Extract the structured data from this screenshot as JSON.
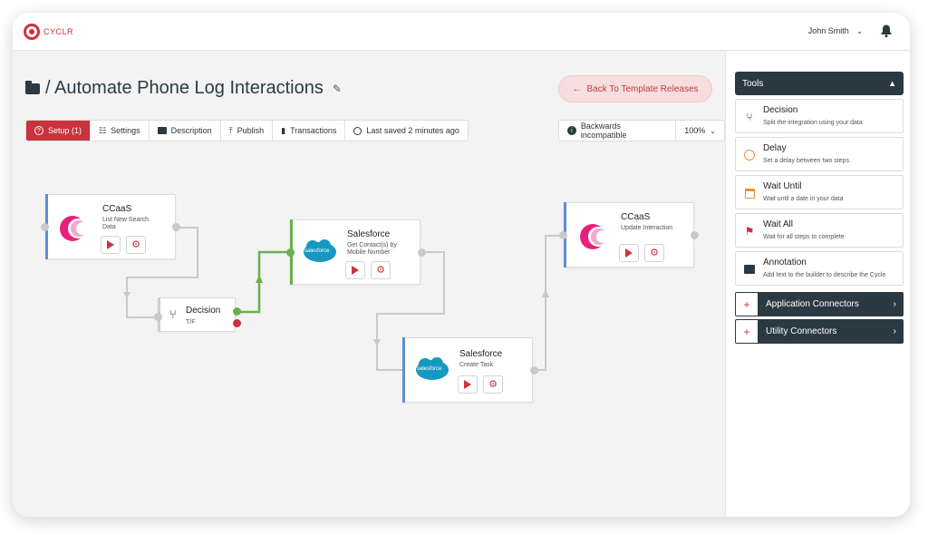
{
  "app": {
    "logo_text": "CYCLR",
    "user_name": "John Smith"
  },
  "header": {
    "title": "/ Automate Phone Log Interactions",
    "back_button": "Back To Template Releases"
  },
  "tabs": [
    {
      "label": "Setup (1)",
      "icon": "question-circle-icon"
    },
    {
      "label": "Settings",
      "icon": "sliders-icon"
    },
    {
      "label": "Description",
      "icon": "comment-icon"
    },
    {
      "label": "Publish",
      "icon": "upload-icon"
    },
    {
      "label": "Transactions",
      "icon": "bar-chart-icon"
    },
    {
      "label": "Last saved 2 minutes ago",
      "icon": "clock-icon"
    }
  ],
  "status": {
    "compat": "Backwards incompatible",
    "zoom": "100%"
  },
  "nodes": [
    {
      "title": "CCaaS",
      "sub1": "List New Search",
      "sub2": "Data"
    },
    {
      "title": "Decision",
      "sub1": "T/F"
    },
    {
      "title": "Salesforce",
      "sub1": "Get Contact(s) by",
      "sub2": "Mobile Number"
    },
    {
      "title": "Salesforce",
      "sub1": "Create Task"
    },
    {
      "title": "CCaaS",
      "sub1": "Update Interaction"
    }
  ],
  "sf_logo_text": "salesforce",
  "tools": {
    "header": "Tools",
    "items": [
      {
        "title": "Decision",
        "sub": "Split the integration using your data",
        "icon": "fork-icon",
        "color": "#2b3a42"
      },
      {
        "title": "Delay",
        "sub": "Set a delay between two steps",
        "icon": "clock-icon",
        "color": "#e8913a"
      },
      {
        "title": "Wait Until",
        "sub": "Wait until a date in your data",
        "icon": "calendar-icon",
        "color": "#e8913a"
      },
      {
        "title": "Wait All",
        "sub": "Wait for all steps to complete",
        "icon": "flag-icon",
        "color": "#c8333e"
      },
      {
        "title": "Annotation",
        "sub": "Add text to the builder to describe the Cycle",
        "icon": "note-icon",
        "color": "#2b3a42"
      }
    ],
    "connectors": [
      {
        "label": "Application Connectors"
      },
      {
        "label": "Utility Connectors"
      }
    ]
  },
  "colors": {
    "brand": "#c8333e",
    "dark": "#2b3a42",
    "success_path": "#6ab04c",
    "default_path": "#c9c9c9"
  }
}
